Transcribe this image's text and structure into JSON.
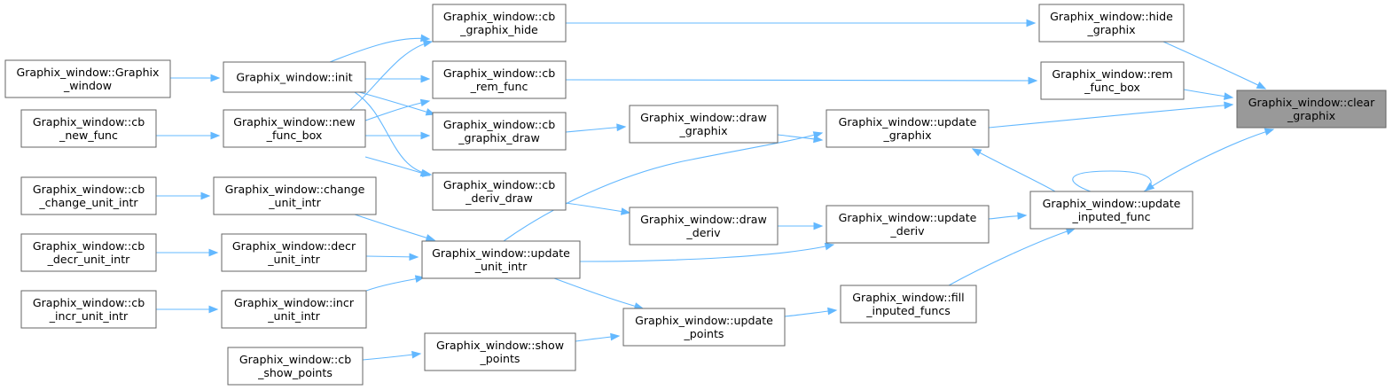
{
  "nodes": [
    {
      "id": "clear_graphix",
      "lines": [
        "Graphix_window::clear",
        "_graphix"
      ],
      "highlight": true
    },
    {
      "id": "hide_graphix",
      "lines": [
        "Graphix_window::hide",
        "_graphix"
      ]
    },
    {
      "id": "rem_func_box",
      "lines": [
        "Graphix_window::rem",
        "_func_box"
      ]
    },
    {
      "id": "update_graphix",
      "lines": [
        "Graphix_window::update",
        "_graphix"
      ]
    },
    {
      "id": "update_inputed_func",
      "lines": [
        "Graphix_window::update",
        "_inputed_func"
      ]
    },
    {
      "id": "cb_graphix_hide",
      "lines": [
        "Graphix_window::cb",
        "_graphix_hide"
      ]
    },
    {
      "id": "cb_rem_func",
      "lines": [
        "Graphix_window::cb",
        "_rem_func"
      ]
    },
    {
      "id": "draw_graphix",
      "lines": [
        "Graphix_window::draw",
        "_graphix"
      ]
    },
    {
      "id": "update_deriv",
      "lines": [
        "Graphix_window::update",
        "_deriv"
      ]
    },
    {
      "id": "fill_inputed_funcs",
      "lines": [
        "Graphix_window::fill",
        "_inputed_funcs"
      ]
    },
    {
      "id": "init",
      "lines": [
        "Graphix_window::init"
      ]
    },
    {
      "id": "new_func_box",
      "lines": [
        "Graphix_window::new",
        "_func_box"
      ]
    },
    {
      "id": "cb_graphix_draw",
      "lines": [
        "Graphix_window::cb",
        "_graphix_draw"
      ]
    },
    {
      "id": "update_unit_intr",
      "lines": [
        "Graphix_window::update",
        "_unit_intr"
      ]
    },
    {
      "id": "cb_deriv_draw",
      "lines": [
        "Graphix_window::cb",
        "_deriv_draw"
      ]
    },
    {
      "id": "draw_deriv",
      "lines": [
        "Graphix_window::draw",
        "_deriv"
      ]
    },
    {
      "id": "update_points",
      "lines": [
        "Graphix_window::update",
        "_points"
      ]
    },
    {
      "id": "Graphix_window",
      "lines": [
        "Graphix_window::Graphix",
        "_window"
      ]
    },
    {
      "id": "cb_new_func",
      "lines": [
        "Graphix_window::cb",
        "_new_func"
      ]
    },
    {
      "id": "change_unit_intr",
      "lines": [
        "Graphix_window::change",
        "_unit_intr"
      ]
    },
    {
      "id": "decr_unit_intr",
      "lines": [
        "Graphix_window::decr",
        "_unit_intr"
      ]
    },
    {
      "id": "incr_unit_intr",
      "lines": [
        "Graphix_window::incr",
        "_unit_intr"
      ]
    },
    {
      "id": "show_points",
      "lines": [
        "Graphix_window::show",
        "_points"
      ]
    },
    {
      "id": "cb_change_unit_intr",
      "lines": [
        "Graphix_window::cb",
        "_change_unit_intr"
      ]
    },
    {
      "id": "cb_decr_unit_intr",
      "lines": [
        "Graphix_window::cb",
        "_decr_unit_intr"
      ]
    },
    {
      "id": "cb_incr_unit_intr",
      "lines": [
        "Graphix_window::cb",
        "_incr_unit_intr"
      ]
    },
    {
      "id": "cb_show_points",
      "lines": [
        "Graphix_window::cb",
        "_show_points"
      ]
    }
  ],
  "edges": [
    {
      "from": "hide_graphix",
      "to": "clear_graphix"
    },
    {
      "from": "rem_func_box",
      "to": "clear_graphix"
    },
    {
      "from": "update_graphix",
      "to": "clear_graphix"
    },
    {
      "from": "update_inputed_func",
      "to": "clear_graphix"
    },
    {
      "from": "cb_graphix_hide",
      "to": "hide_graphix"
    },
    {
      "from": "cb_rem_func",
      "to": "rem_func_box"
    },
    {
      "from": "draw_graphix",
      "to": "update_graphix"
    },
    {
      "from": "update_unit_intr",
      "to": "update_graphix"
    },
    {
      "from": "update_inputed_func",
      "to": "update_graphix"
    },
    {
      "from": "update_inputed_func",
      "to": "update_inputed_func"
    },
    {
      "from": "update_deriv",
      "to": "update_inputed_func"
    },
    {
      "from": "fill_inputed_funcs",
      "to": "update_inputed_func"
    },
    {
      "from": "init",
      "to": "cb_graphix_hide"
    },
    {
      "from": "new_func_box",
      "to": "cb_graphix_hide"
    },
    {
      "from": "init",
      "to": "cb_rem_func"
    },
    {
      "from": "new_func_box",
      "to": "cb_rem_func"
    },
    {
      "from": "cb_graphix_draw",
      "to": "draw_graphix"
    },
    {
      "from": "draw_deriv",
      "to": "update_deriv"
    },
    {
      "from": "update_unit_intr",
      "to": "update_deriv"
    },
    {
      "from": "update_points",
      "to": "fill_inputed_funcs"
    },
    {
      "from": "Graphix_window",
      "to": "init"
    },
    {
      "from": "cb_new_func",
      "to": "new_func_box"
    },
    {
      "from": "init",
      "to": "cb_graphix_draw"
    },
    {
      "from": "new_func_box",
      "to": "cb_graphix_draw"
    },
    {
      "from": "init",
      "to": "cb_deriv_draw"
    },
    {
      "from": "new_func_box",
      "to": "cb_deriv_draw"
    },
    {
      "from": "cb_deriv_draw",
      "to": "draw_deriv"
    },
    {
      "from": "change_unit_intr",
      "to": "update_unit_intr"
    },
    {
      "from": "decr_unit_intr",
      "to": "update_unit_intr"
    },
    {
      "from": "incr_unit_intr",
      "to": "update_unit_intr"
    },
    {
      "from": "update_unit_intr",
      "to": "update_points"
    },
    {
      "from": "show_points",
      "to": "update_points"
    },
    {
      "from": "cb_change_unit_intr",
      "to": "change_unit_intr"
    },
    {
      "from": "cb_decr_unit_intr",
      "to": "decr_unit_intr"
    },
    {
      "from": "cb_incr_unit_intr",
      "to": "incr_unit_intr"
    },
    {
      "from": "cb_show_points",
      "to": "show_points"
    }
  ],
  "colors": {
    "edge": "#63b8ff",
    "node_border": "#666666",
    "node_fill": "#ffffff",
    "highlight_fill": "#999999"
  }
}
